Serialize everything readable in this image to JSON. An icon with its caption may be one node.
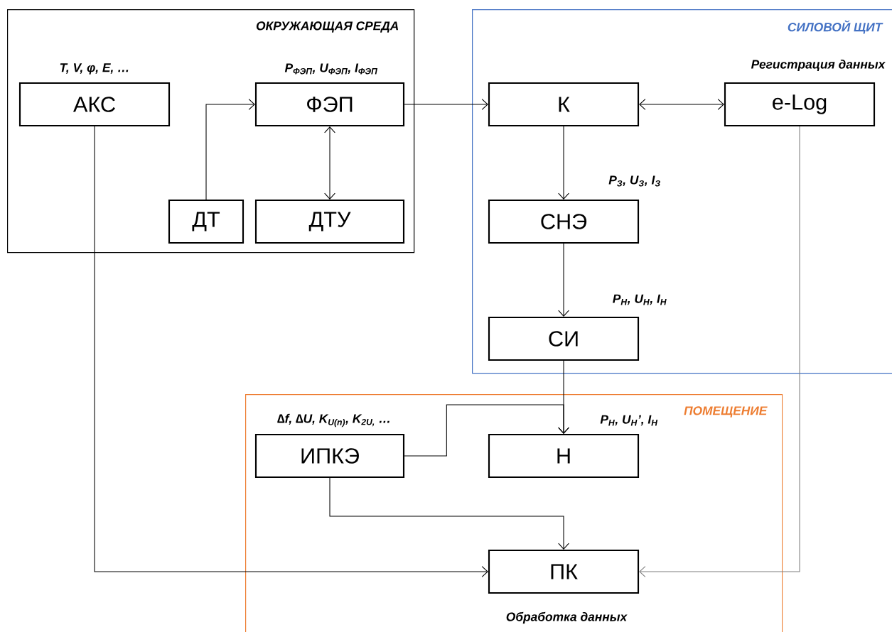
{
  "diagram": {
    "nodes": [
      {
        "text": [
          "ОКРУЖАЮЩАЯ СРЕДА"
        ]
      },
      {
        "text": [
          "АКС"
        ],
        "in": 0,
        "beside": [
          "T, V, φ, E, …"
        ]
      },
      {
        "text": [
          "ФЭП"
        ],
        "in": 0,
        "beside": [
          "P$_{ФЭП}$, U$_{ФЭП}$, I$_{ФЭП}$"
        ]
      },
      {
        "text": [
          "ДТ"
        ],
        "in": 0
      },
      {
        "text": [
          "ДТУ"
        ],
        "in": 0
      },
      {
        "text": [
          "СИЛОВОЙ ЩИТ"
        ]
      },
      {
        "text": [
          "К"
        ],
        "in": 5
      },
      {
        "text": [
          "e-Log"
        ],
        "in": 5,
        "beside": [
          "Регистрация данных"
        ]
      },
      {
        "text": [
          "СНЭ"
        ],
        "in": 5,
        "beside": [
          "P$_{З}$, U$_{З}$, I$_{З}$"
        ]
      },
      {
        "text": [
          "СИ"
        ],
        "in": 5,
        "beside": [
          "P$_{Н}$, U$_{Н}$, I$_{Н}$"
        ]
      },
      {
        "text": [
          "ПОМЕЩЕНИЕ"
        ]
      },
      {
        "text": [
          "ИПКЭ"
        ],
        "in": 10,
        "beside": [
          "∆f, ∆U, K$_{U(n)}$, K$_{2U,}$ …"
        ]
      },
      {
        "text": [
          "Н"
        ],
        "in": 10,
        "beside": [
          "P$_{Н}$, U$_{Н}$’, I$_{Н}$"
        ]
      },
      {
        "text": [
          "ПК"
        ],
        "in": 10,
        "beside": [
          "Обработка данных"
        ]
      }
    ],
    "edges": [
      {
        "from": 3,
        "to": 2,
        "arrow": "to"
      },
      {
        "from": 2,
        "to": 4,
        "arrow": "both"
      },
      {
        "from": 2,
        "to": 6,
        "arrow": "to"
      },
      {
        "from": 6,
        "to": 7,
        "arrow": "both"
      },
      {
        "from": 6,
        "to": 8,
        "arrow": "to"
      },
      {
        "from": 8,
        "to": 9,
        "arrow": "to"
      },
      {
        "from": 9,
        "to": 12,
        "arrow": "to"
      },
      {
        "from": 11,
        "to": 12,
        "arrow": "to"
      },
      {
        "from": 11,
        "to": 13,
        "arrow": "to"
      },
      {
        "from": 1,
        "to": 13,
        "arrow": "to"
      },
      {
        "from": 7,
        "to": 13,
        "arrow": "to",
        "color": "#7f7f7f"
      }
    ]
  }
}
